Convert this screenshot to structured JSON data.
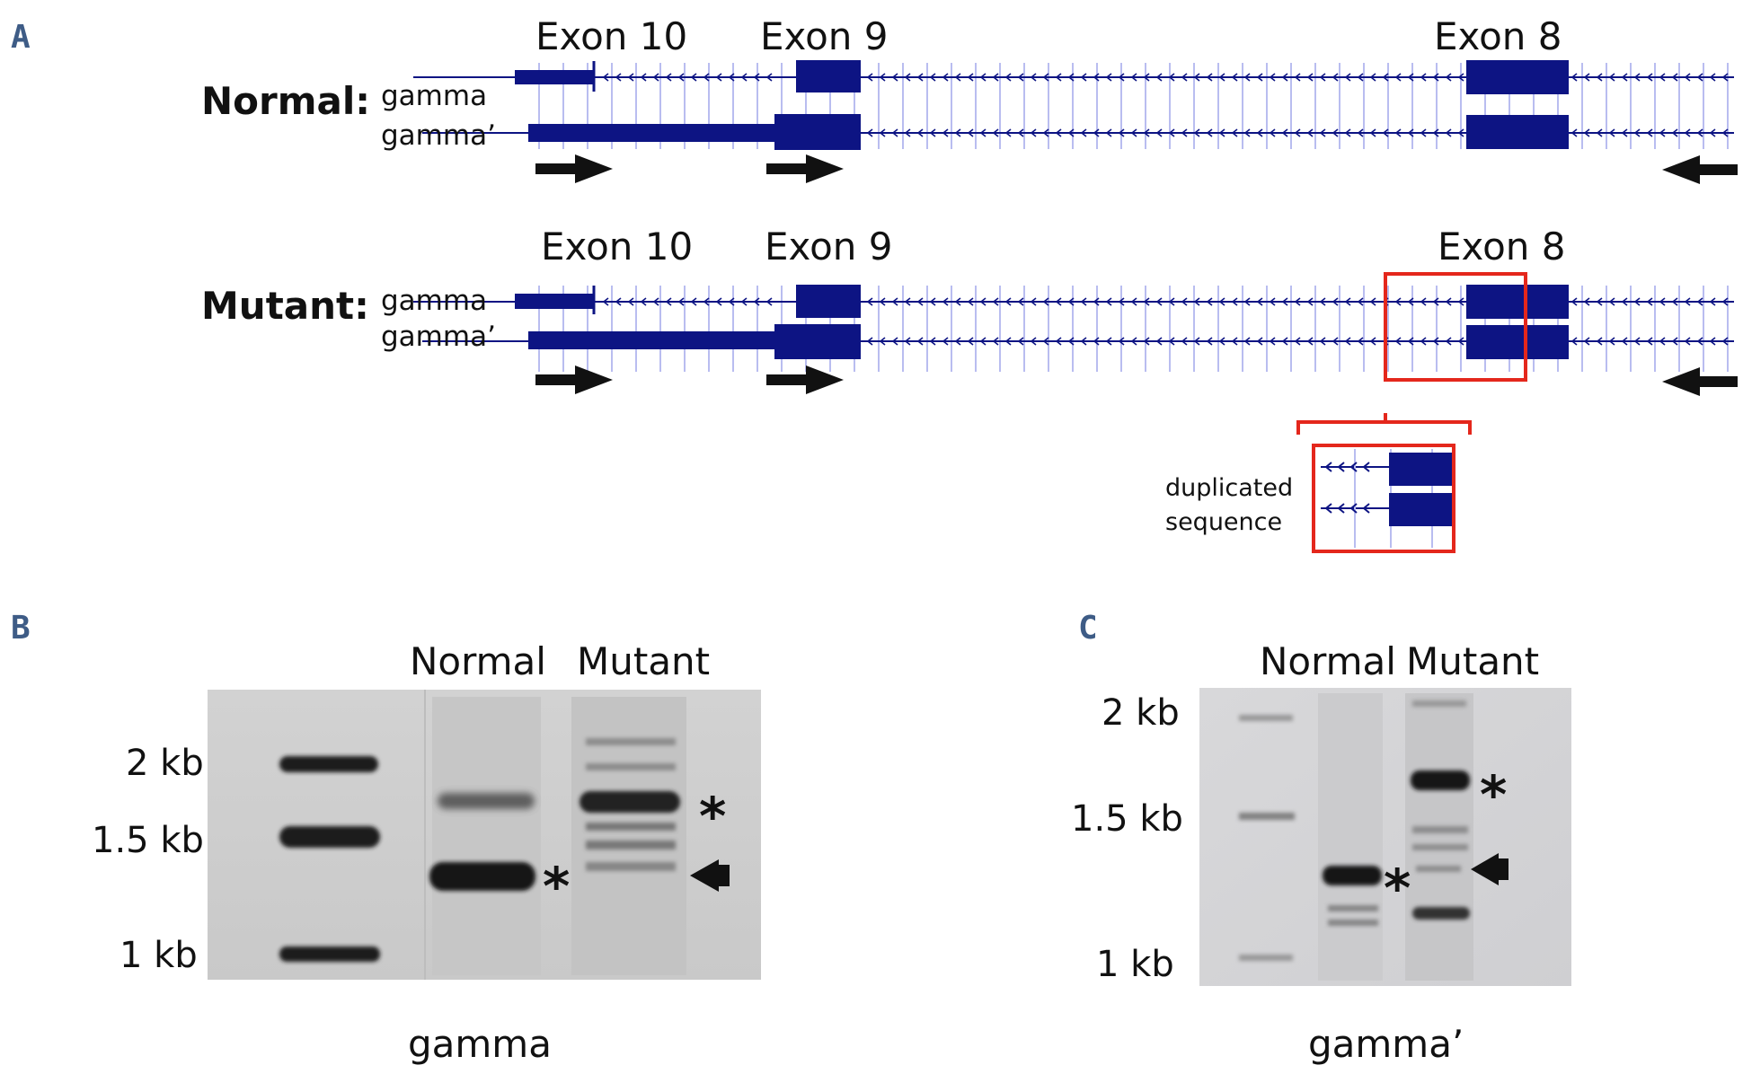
{
  "panels": {
    "a": {
      "letter": "A",
      "exon_labels": [
        "Exon 10",
        "Exon 9",
        "Exon 8"
      ],
      "tracks": [
        {
          "label": "Normal:",
          "isoforms": [
            "gamma",
            "gamma’"
          ]
        },
        {
          "label": "Mutant:",
          "isoforms": [
            "gamma",
            "gamma’"
          ]
        }
      ],
      "inset_label": [
        "duplicated",
        "sequence"
      ]
    },
    "b": {
      "letter": "B",
      "lane_labels": [
        "Normal",
        "Mutant"
      ],
      "ladder": [
        "2 kb",
        "1.5 kb",
        "1 kb"
      ],
      "band_markers": [
        "*",
        "*"
      ],
      "caption": "gamma"
    },
    "c": {
      "letter": "C",
      "lane_labels": [
        "Normal",
        "Mutant"
      ],
      "ladder": [
        "2 kb",
        "1.5 kb",
        "1 kb"
      ],
      "band_markers": [
        "*",
        "*"
      ],
      "caption": "gamma’"
    }
  },
  "colors": {
    "exon": "#0d1483",
    "tick": "#b9bdf0",
    "box": "#e4271c",
    "letter": "#3e5c86",
    "gel_b": "#cfcfcf",
    "gel_c": "#d6d6d8",
    "band": "#1e1e1e"
  }
}
